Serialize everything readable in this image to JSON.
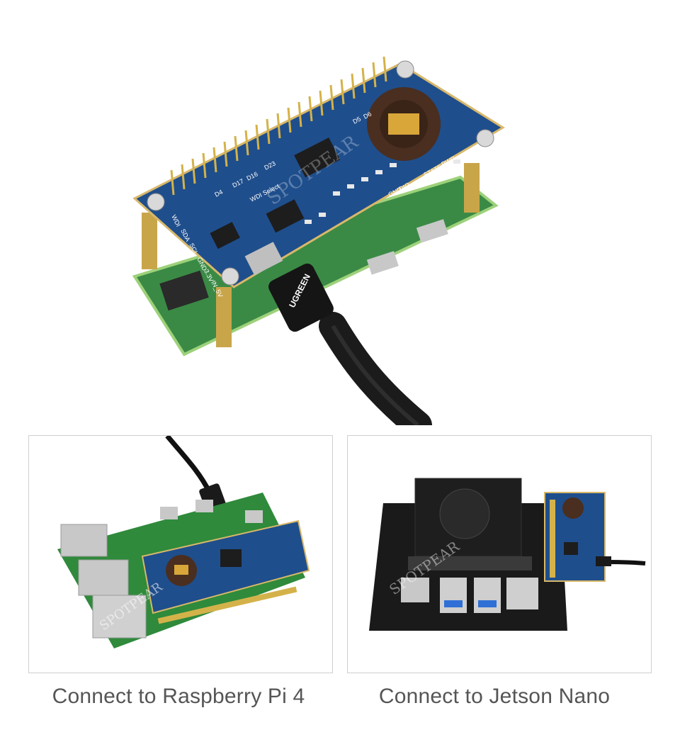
{
  "hero": {
    "board_labels": [
      "PWR",
      "STATE",
      "DIO",
      "GND",
      "WDI Select",
      "SDA",
      "SCL",
      "GND",
      "3.3V",
      "IN_5V",
      "WDI",
      "D23",
      "D16",
      "D17",
      "D4",
      "D5",
      "D6"
    ],
    "watermark": "SPOTPEAR",
    "cable_brand": "UGREEN"
  },
  "panels": {
    "left": {
      "caption": "Connect to Raspberry Pi 4",
      "watermark": "SPOTPEAR"
    },
    "right": {
      "caption": "Connect to Jetson Nano",
      "watermark": "SPOTPEAR"
    }
  },
  "colors": {
    "board_blue": "#1f4e8c",
    "pcb_green": "#2e7d3a",
    "brass": "#c9a54a",
    "caption_text": "#555555"
  }
}
